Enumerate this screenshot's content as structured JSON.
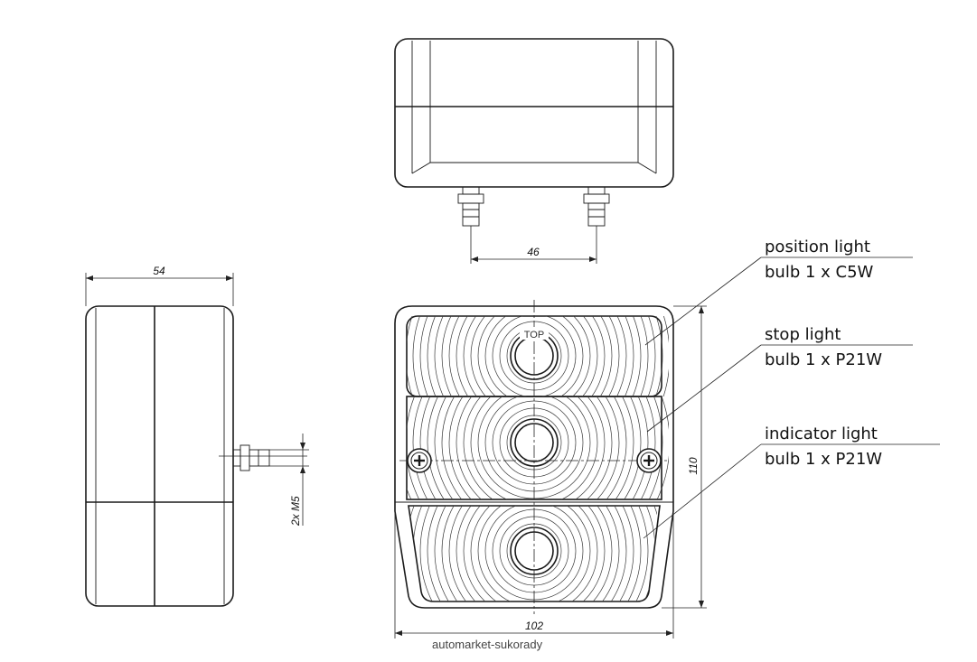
{
  "dimensions": {
    "width_top": "46",
    "depth_side": "54",
    "height_front": "110",
    "width_front": "102",
    "thread": "2x M5"
  },
  "lens_marking": "TOP",
  "callouts": [
    {
      "title": "position light",
      "bulb": "bulb 1 x C5W"
    },
    {
      "title": "stop light",
      "bulb": "bulb 1 x P21W"
    },
    {
      "title": "indicator light",
      "bulb": "bulb 1 x P21W"
    }
  ],
  "credit": "automarket-sukorady",
  "colors": {
    "line": "#1a1a1a",
    "background": "#ffffff"
  }
}
